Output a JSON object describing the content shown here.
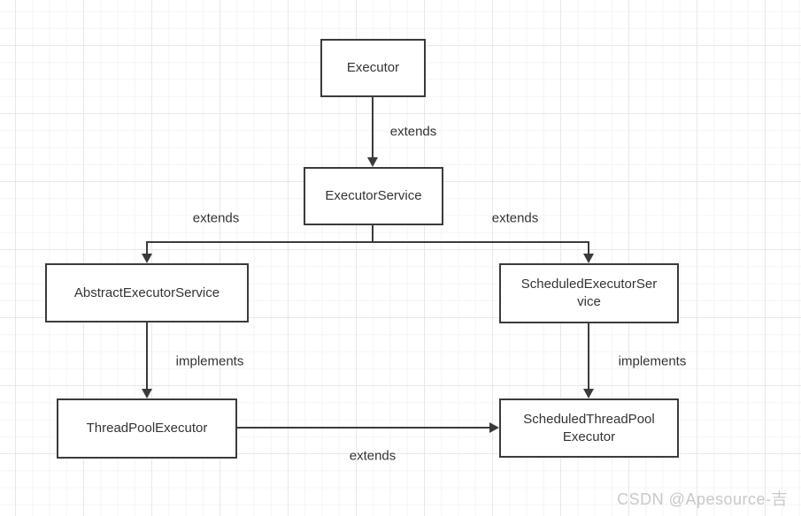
{
  "diagram": {
    "nodes": {
      "executor": {
        "label": "Executor"
      },
      "executor_service": {
        "label": "ExecutorService"
      },
      "abstract_executor_service": {
        "label": "AbstractExecutorService"
      },
      "scheduled_executor_service": {
        "label": "ScheduledExecutorService"
      },
      "thread_pool_executor": {
        "label": "ThreadPoolExecutor"
      },
      "scheduled_thread_pool_executor": {
        "label": "ScheduledThreadPoolExecutor"
      }
    },
    "edge_labels": {
      "executor_to_executor_service": "extends",
      "executor_service_to_abstract": "extends",
      "executor_service_to_scheduled": "extends",
      "abstract_to_thread_pool": "implements",
      "scheduled_to_scheduled_thread_pool": "implements",
      "thread_pool_to_scheduled_thread_pool": "extends"
    }
  },
  "watermark": {
    "text": "CSDN @Apesource-吉"
  },
  "colors": {
    "line": "#3b3b3b",
    "node_border": "#3b3b3b",
    "node_fill": "#ffffff",
    "text": "#333333",
    "grid_minor": "#f4f4f6",
    "grid_major": "#e8e8eb",
    "watermark": "#c9c9c9"
  }
}
